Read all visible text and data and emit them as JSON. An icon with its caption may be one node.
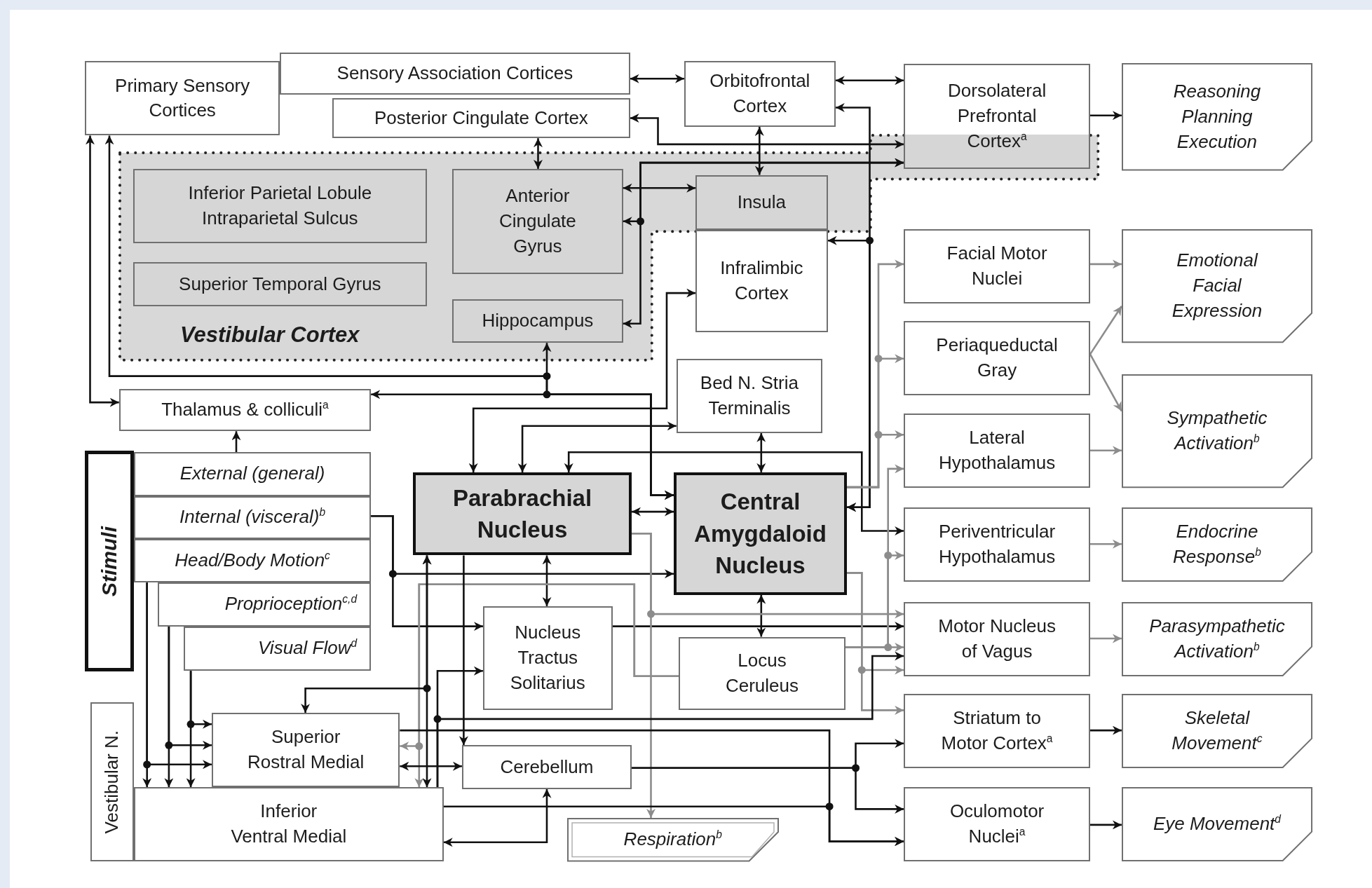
{
  "diagram": {
    "nodes": [
      {
        "text": [
          "Primary Sensory Cortices"
        ]
      },
      {
        "text": [
          "Sensory Association Cortices"
        ]
      },
      {
        "text": [
          "Posterior Cingulate Cortex"
        ]
      },
      {
        "text": [
          "Orbitofrontal Cortex"
        ]
      },
      {
        "text": [
          "Dorsolateral Prefrontal Cortex$^{a}$"
        ]
      },
      {
        "text": [
          "Reasoning Planning Execution"
        ]
      },
      {
        "text": [
          "Vestibular Cortex"
        ]
      },
      {
        "text": [
          "Inferior Parietal Lobule Intraparietal Sulcus"
        ],
        "in": 6
      },
      {
        "text": [
          "Superior Temporal Gyrus"
        ],
        "in": 6
      },
      {
        "text": [
          "Anterior Cingulate Gyrus"
        ],
        "in": 6
      },
      {
        "text": [
          "Hippocampus"
        ],
        "in": 6
      },
      {
        "text": [
          "Insula"
        ],
        "in": 6
      },
      {
        "text": [
          "Infralimbic Cortex"
        ]
      },
      {
        "text": [
          "Thalamus & colliculi$^{a}$"
        ]
      },
      {
        "text": [
          "Bed N. Stria Terminalis"
        ]
      },
      {
        "text": [
          "Stimuli"
        ]
      },
      {
        "text": [
          "External (general)"
        ]
      },
      {
        "text": [
          "Internal (visceral)$^{b}$"
        ]
      },
      {
        "text": [
          "Head/Body Motion$^{c}$"
        ]
      },
      {
        "text": [
          "Proprioception$^{c,d}$"
        ]
      },
      {
        "text": [
          "Visual Flow$^{d}$"
        ]
      },
      {
        "text": [
          "Vestibular N."
        ]
      },
      {
        "text": [
          "Superior Rostral Medial"
        ]
      },
      {
        "text": [
          "Inferior Ventral Medial"
        ]
      },
      {
        "text": [
          "Parabrachial Nucleus"
        ]
      },
      {
        "text": [
          "Central Amygdaloid Nucleus"
        ]
      },
      {
        "text": [
          "Nucleus Tractus Solitarius"
        ]
      },
      {
        "text": [
          "Locus Ceruleus"
        ]
      },
      {
        "text": [
          "Cerebellum"
        ]
      },
      {
        "text": [
          "Respiration$^{b}$"
        ]
      },
      {
        "text": [
          "Facial Motor Nuclei"
        ]
      },
      {
        "text": [
          "Periaqueductal Gray"
        ]
      },
      {
        "text": [
          "Lateral Hypothalamus"
        ]
      },
      {
        "text": [
          "Periventricular Hypothalamus"
        ]
      },
      {
        "text": [
          "Motor Nucleus of Vagus"
        ]
      },
      {
        "text": [
          "Striatum to Motor Cortex$^{a}$"
        ]
      },
      {
        "text": [
          "Oculomotor Nuclei$^{a}$"
        ]
      },
      {
        "text": [
          "Emotional Facial Expression"
        ]
      },
      {
        "text": [
          "Sympathetic Activation$^{b}$"
        ]
      },
      {
        "text": [
          "Endocrine Response$^{b}$"
        ]
      },
      {
        "text": [
          "Parasympathetic Activation$^{b}$"
        ]
      },
      {
        "text": [
          "Skeletal Movement$^{c}$"
        ]
      },
      {
        "text": [
          "Eye Movement$^{d}$"
        ]
      }
    ],
    "edges": [
      {
        "from": 1,
        "to": 3,
        "arrow": "both"
      },
      {
        "from": 3,
        "to": 4,
        "arrow": "both"
      },
      {
        "from": 4,
        "to": 5,
        "arrow": "to"
      },
      {
        "from": 3,
        "to": 11,
        "arrow": "both"
      },
      {
        "from": 2,
        "to": 9,
        "arrow": "both"
      },
      {
        "from": 2,
        "to": 4,
        "arrow": "both"
      },
      {
        "from": 9,
        "to": 4,
        "arrow": "both"
      },
      {
        "from": 10,
        "to": 4,
        "arrow": "both"
      },
      {
        "from": 9,
        "to": 11,
        "arrow": "both"
      },
      {
        "from": 25,
        "to": 3,
        "arrow": "both"
      },
      {
        "from": 25,
        "to": 12,
        "arrow": "both"
      },
      {
        "from": 24,
        "to": 12,
        "arrow": "both"
      },
      {
        "from": 25,
        "to": 10,
        "arrow": "both"
      },
      {
        "from": 25,
        "to": 13,
        "arrow": "both"
      },
      {
        "from": 25,
        "to": 0,
        "arrow": "both"
      },
      {
        "from": 0,
        "to": 13,
        "arrow": "both"
      },
      {
        "from": 16,
        "to": 13,
        "arrow": "to"
      },
      {
        "from": 14,
        "to": 25,
        "arrow": "both"
      },
      {
        "from": 24,
        "to": 14,
        "arrow": "both"
      },
      {
        "from": 24,
        "to": 33,
        "arrow": "both"
      },
      {
        "from": 24,
        "to": 25,
        "arrow": "both"
      },
      {
        "from": 17,
        "to": 26,
        "arrow": "to"
      },
      {
        "from": 17,
        "to": 25,
        "arrow": "to"
      },
      {
        "from": 24,
        "to": 26,
        "arrow": "both"
      },
      {
        "from": 25,
        "to": 27,
        "arrow": "both"
      },
      {
        "from": 26,
        "to": 34,
        "arrow": "to"
      },
      {
        "from": 24,
        "to": 29,
        "arrow": "to",
        "color": "#8c8c8c"
      },
      {
        "from": 24,
        "to": 34,
        "arrow": "to",
        "color": "#8c8c8c"
      },
      {
        "from": 25,
        "to": 30,
        "arrow": "to",
        "color": "#8c8c8c"
      },
      {
        "from": 25,
        "to": 31,
        "arrow": "to",
        "color": "#8c8c8c"
      },
      {
        "from": 25,
        "to": 32,
        "arrow": "to",
        "color": "#8c8c8c"
      },
      {
        "from": 27,
        "to": 32,
        "arrow": "to",
        "color": "#8c8c8c"
      },
      {
        "from": 27,
        "to": 33,
        "arrow": "to",
        "color": "#8c8c8c"
      },
      {
        "from": 27,
        "to": 34,
        "arrow": "to",
        "color": "#8c8c8c"
      },
      {
        "from": 25,
        "to": 34,
        "arrow": "to",
        "color": "#8c8c8c"
      },
      {
        "from": 25,
        "to": 35,
        "arrow": "to",
        "color": "#8c8c8c"
      },
      {
        "from": 27,
        "to": 22,
        "arrow": "to",
        "color": "#8c8c8c"
      },
      {
        "from": 27,
        "to": 23,
        "arrow": "to",
        "color": "#8c8c8c"
      },
      {
        "from": 23,
        "to": 24,
        "arrow": "both"
      },
      {
        "from": 24,
        "to": 22,
        "arrow": "both"
      },
      {
        "from": 23,
        "to": 26,
        "arrow": "to"
      },
      {
        "from": 23,
        "to": 34,
        "arrow": "to"
      },
      {
        "from": 24,
        "to": 28,
        "arrow": "to"
      },
      {
        "from": 22,
        "to": 28,
        "arrow": "both"
      },
      {
        "from": 23,
        "to": 28,
        "arrow": "both"
      },
      {
        "from": 28,
        "to": 35,
        "arrow": "to"
      },
      {
        "from": 28,
        "to": 36,
        "arrow": "to"
      },
      {
        "from": 22,
        "to": 36,
        "arrow": "to"
      },
      {
        "from": 23,
        "to": 36,
        "arrow": "to"
      },
      {
        "from": 18,
        "to": 22,
        "arrow": "to"
      },
      {
        "from": 18,
        "to": 23,
        "arrow": "to"
      },
      {
        "from": 19,
        "to": 22,
        "arrow": "to"
      },
      {
        "from": 19,
        "to": 23,
        "arrow": "to"
      },
      {
        "from": 20,
        "to": 22,
        "arrow": "to"
      },
      {
        "from": 20,
        "to": 23,
        "arrow": "to"
      },
      {
        "from": 30,
        "to": 37,
        "arrow": "to",
        "color": "#8c8c8c"
      },
      {
        "from": 31,
        "to": 37,
        "arrow": "to",
        "color": "#8c8c8c"
      },
      {
        "from": 31,
        "to": 38,
        "arrow": "to",
        "color": "#8c8c8c"
      },
      {
        "from": 32,
        "to": 38,
        "arrow": "to",
        "color": "#8c8c8c"
      },
      {
        "from": 33,
        "to": 39,
        "arrow": "to",
        "color": "#8c8c8c"
      },
      {
        "from": 34,
        "to": 40,
        "arrow": "to",
        "color": "#8c8c8c"
      },
      {
        "from": 35,
        "to": 41,
        "arrow": "to"
      },
      {
        "from": 36,
        "to": 42,
        "arrow": "to"
      }
    ]
  }
}
